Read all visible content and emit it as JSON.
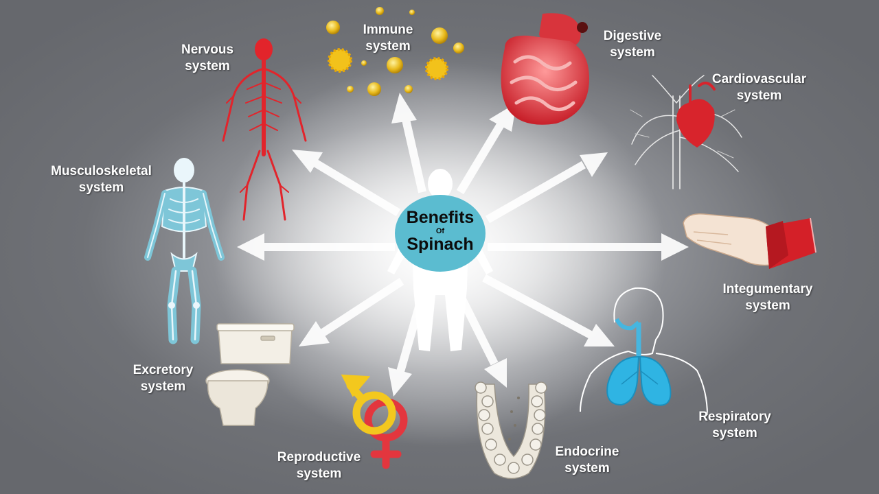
{
  "center": {
    "line1": "Benefits",
    "line2": "Of",
    "line3": "Spinach"
  },
  "systems": [
    {
      "id": "nervous",
      "line1": "Nervous",
      "line2": "system",
      "icon": "nervous-system-icon"
    },
    {
      "id": "immune",
      "line1": "Immune",
      "line2": "system",
      "icon": "immune-cells-icon"
    },
    {
      "id": "digestive",
      "line1": "Digestive",
      "line2": "system",
      "icon": "digestive-tract-icon"
    },
    {
      "id": "cardiovascular",
      "line1": "Cardiovascular",
      "line2": "system",
      "icon": "heart-vessels-icon"
    },
    {
      "id": "musculoskeletal",
      "line1": "Musculoskeletal",
      "line2": "system",
      "icon": "skeleton-icon"
    },
    {
      "id": "integumentary",
      "line1": "Integumentary",
      "line2": "system",
      "icon": "skin-hand-icon"
    },
    {
      "id": "excretory",
      "line1": "Excretory",
      "line2": "system",
      "icon": "toilet-icon"
    },
    {
      "id": "respiratory",
      "line1": "Respiratory",
      "line2": "system",
      "icon": "lungs-icon"
    },
    {
      "id": "reproductive",
      "line1": "Reproductive",
      "line2": "system",
      "icon": "gender-symbols-icon"
    },
    {
      "id": "endocrine",
      "line1": "Endocrine",
      "line2": "system",
      "icon": "gland-icon"
    }
  ],
  "colors": {
    "background": "#6f7176",
    "center_circle": "#5bbcd0",
    "arrow": "#ffffff",
    "label": "#ffffff"
  }
}
